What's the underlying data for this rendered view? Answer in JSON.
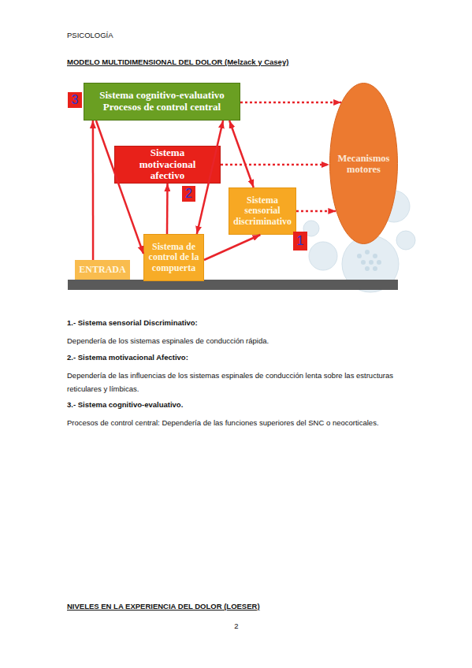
{
  "diagram": {
    "title": "MODELO MULTIDIMENSIONAL DEL DOLOR (Melzack y Casey)",
    "nodes": [
      {
        "text": [
          "Sistema cognitivo-evaluativo Procesos de control central"
        ]
      },
      {
        "text": [
          "Sistema motivacional afectivo"
        ]
      },
      {
        "text": [
          "Sistema sensorial discriminativo"
        ]
      },
      {
        "text": [
          "Sistema de control de la compuerta"
        ]
      },
      {
        "text": [
          "Mecanismos motores"
        ]
      },
      {
        "text": [
          "ENTRADA"
        ]
      }
    ],
    "edges": [
      {
        "from": 5,
        "to": 0,
        "arrow": "to"
      },
      {
        "from": 0,
        "to": 3,
        "arrow": "to"
      },
      {
        "from": 3,
        "to": 1,
        "arrow": "to"
      },
      {
        "from": 3,
        "to": 2,
        "arrow": "to"
      },
      {
        "from": 3,
        "to": 0,
        "arrow": "both"
      },
      {
        "from": 0,
        "to": 2,
        "arrow": "both"
      },
      {
        "from": 0,
        "to": 4,
        "arrow": "to"
      },
      {
        "from": 1,
        "to": 4,
        "arrow": "to"
      },
      {
        "from": 2,
        "to": 4,
        "arrow": "to"
      }
    ],
    "labels": [
      "PSICOLOGÍA",
      "3",
      "2",
      "1",
      "1.- Sistema sensorial Discriminativo:",
      "Dependería de los sistemas espinales de conducción rápida.",
      "2.- Sistema motivacional Afectivo:",
      "Dependería de las influencias de los sistemas espinales de conducción lenta sobre las estructuras reticulares y límbicas.",
      "3.- Sistema cognitivo-evaluativo.",
      "Procesos de control central: Dependería de las funciones superiores del SNC o neocorticales.",
      "NIVELES EN LA EXPERIENCIA DEL DOLOR (LOESER)",
      "2"
    ]
  }
}
